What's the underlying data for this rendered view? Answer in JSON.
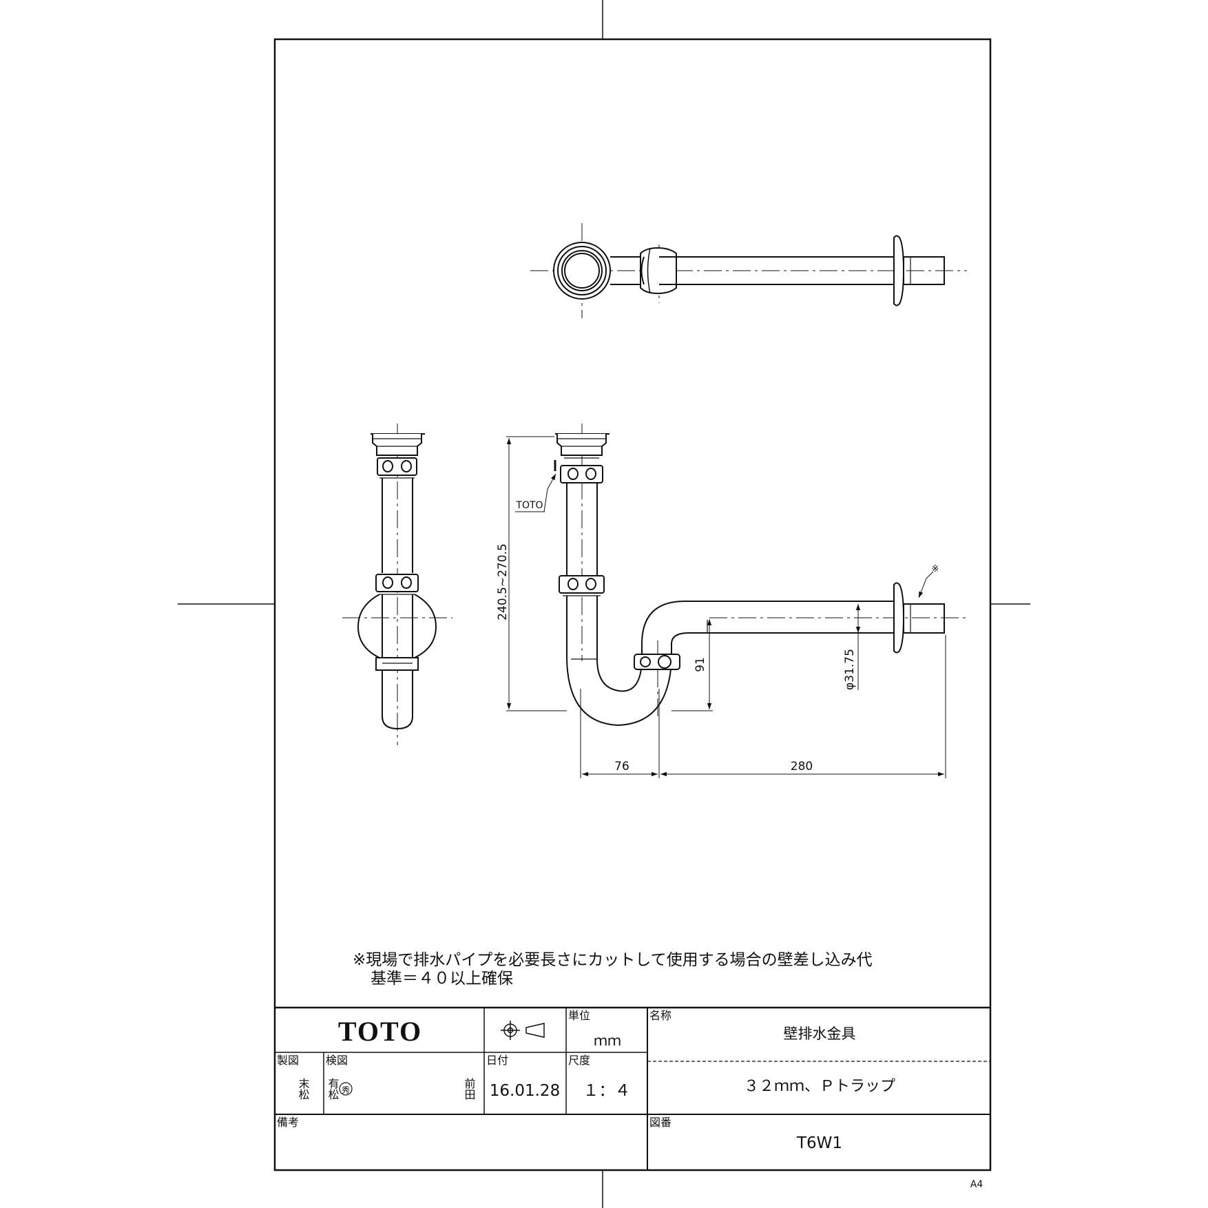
{
  "drawing": {
    "callout_toto": "TOTO",
    "asterisk_mark": "※",
    "dimensions": {
      "height_range": "240.5~270.5",
      "trap_height": "91",
      "pipe_diameter": "φ31.75",
      "offset": "76",
      "length": "280"
    }
  },
  "note": {
    "line1": "※現場で排水パイプを必要長さにカットして使用する場合の壁差し込み代",
    "line2": "基準＝４０以上確保"
  },
  "title_block": {
    "brand": "TOTO",
    "unit_label": "単位",
    "unit_value": "ｍｍ",
    "name_label": "名称",
    "name_value": "壁排水金具",
    "drawn_label": "製図",
    "drawn_value": "末松",
    "checked_label": "検図",
    "checked_value_1": "有松",
    "checked_stamp": "秀",
    "checked_value_2": "前田",
    "date_label": "日付",
    "date_value": "16.01.28",
    "scale_label": "尺度",
    "scale_value": "１：４",
    "spec_value": "３２ｍｍ、Ｐトラップ",
    "remarks_label": "備考",
    "drawing_no_label": "図番",
    "drawing_no_value": "T6W1"
  },
  "paper_size": "A4"
}
